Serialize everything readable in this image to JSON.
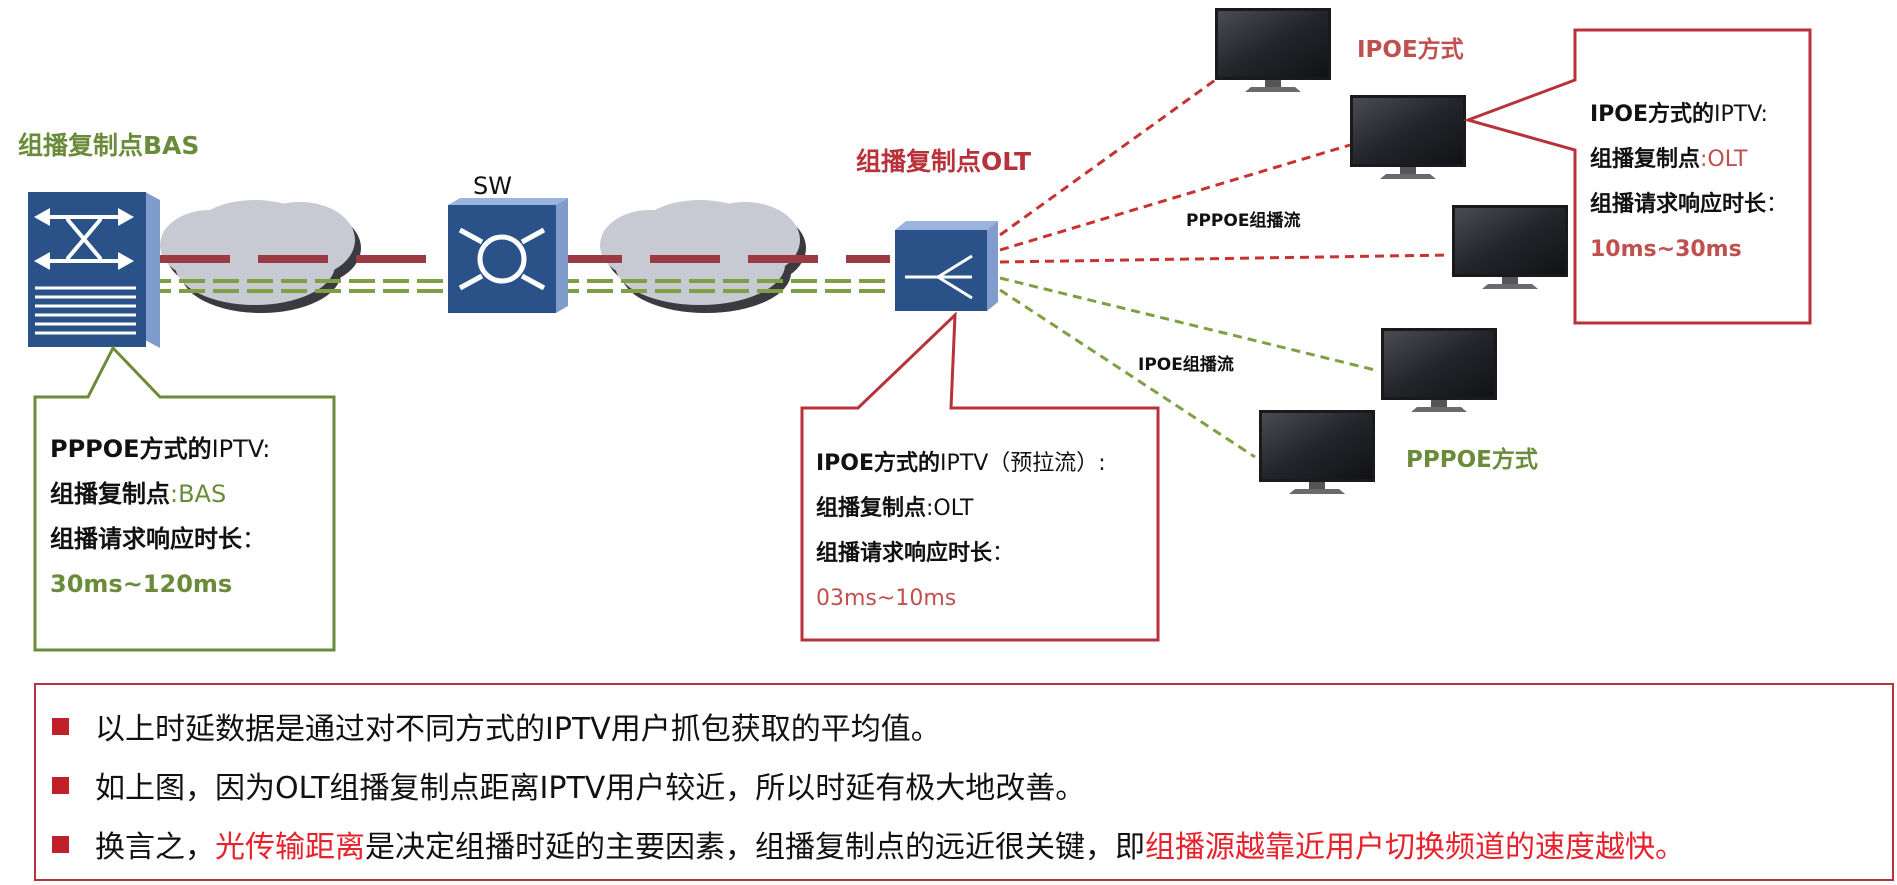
{
  "colors": {
    "green": "#6a8b3a",
    "red": "#b8323b",
    "bright_red": "#e8222c",
    "device_blue": "#2a5288",
    "cloud_gray": "#c7c9d3"
  },
  "nodes": {
    "bas_title": "组播复制点BAS",
    "sw_label": "SW",
    "olt_title": "组播复制点OLT"
  },
  "tv_labels": {
    "ipoe": "IPOE方式",
    "pppoe": "PPPOE方式"
  },
  "flow_labels": {
    "pppoe": "PPPOE组播流",
    "ipoe": "IPOE组播流"
  },
  "callouts": {
    "bas": {
      "heading_bold": "PPPOE方式的",
      "heading_rest": "IPTV:",
      "point_label": "组播复制点",
      "point_value": ":BAS",
      "latency_label": "组播请求响应时长",
      "latency_colon": "：",
      "latency_value": "30ms~120ms"
    },
    "olt": {
      "heading_bold": "IPOE方式的",
      "heading_rest": "IPTV（预拉流）:",
      "point_label": "组播复制点",
      "point_value": ":OLT",
      "latency_label": "组播请求响应时长",
      "latency_colon": "：",
      "latency_value": "03ms~10ms"
    },
    "tv": {
      "heading_bold": "IPOE方式的",
      "heading_rest": "IPTV:",
      "point_label": "组播复制点",
      "point_value": ":OLT",
      "latency_label": "组播请求响应时长",
      "latency_colon": "：",
      "latency_value": "10ms~30ms"
    }
  },
  "notes": {
    "line1": "以上时延数据是通过对不同方式的IPTV用户抓包获取的平均值。",
    "line2": "如上图，因为OLT组播复制点距离IPTV用户较近，所以时延有极大地改善。",
    "line3_a": "换言之，",
    "line3_b": "光传输距离",
    "line3_c": "是决定组播时延的主要因素，组播复制点的远近很关键，即",
    "line3_d": "组播源越靠近用户切换频道的速度越快。"
  }
}
